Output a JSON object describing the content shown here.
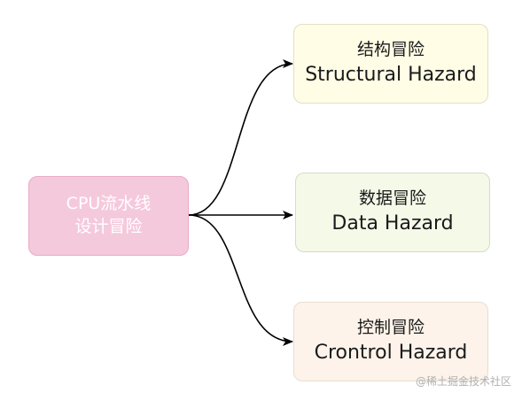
{
  "diagram": {
    "root": {
      "line1": "CPU流水线",
      "line2": "设计冒险"
    },
    "branches": [
      {
        "zh": "结构冒险",
        "en": "Structural Hazard"
      },
      {
        "zh": "数据冒险",
        "en": "Data Hazard"
      },
      {
        "zh": "控制冒险",
        "en": "Crontrol Hazard"
      }
    ]
  },
  "watermark": "@稀土掘金技术社区",
  "colors": {
    "root_fill": "#f5c9dc",
    "structural_fill": "#fffde6",
    "data_fill": "#f4f9e8",
    "control_fill": "#fdf3ea",
    "edge": "#000000"
  }
}
